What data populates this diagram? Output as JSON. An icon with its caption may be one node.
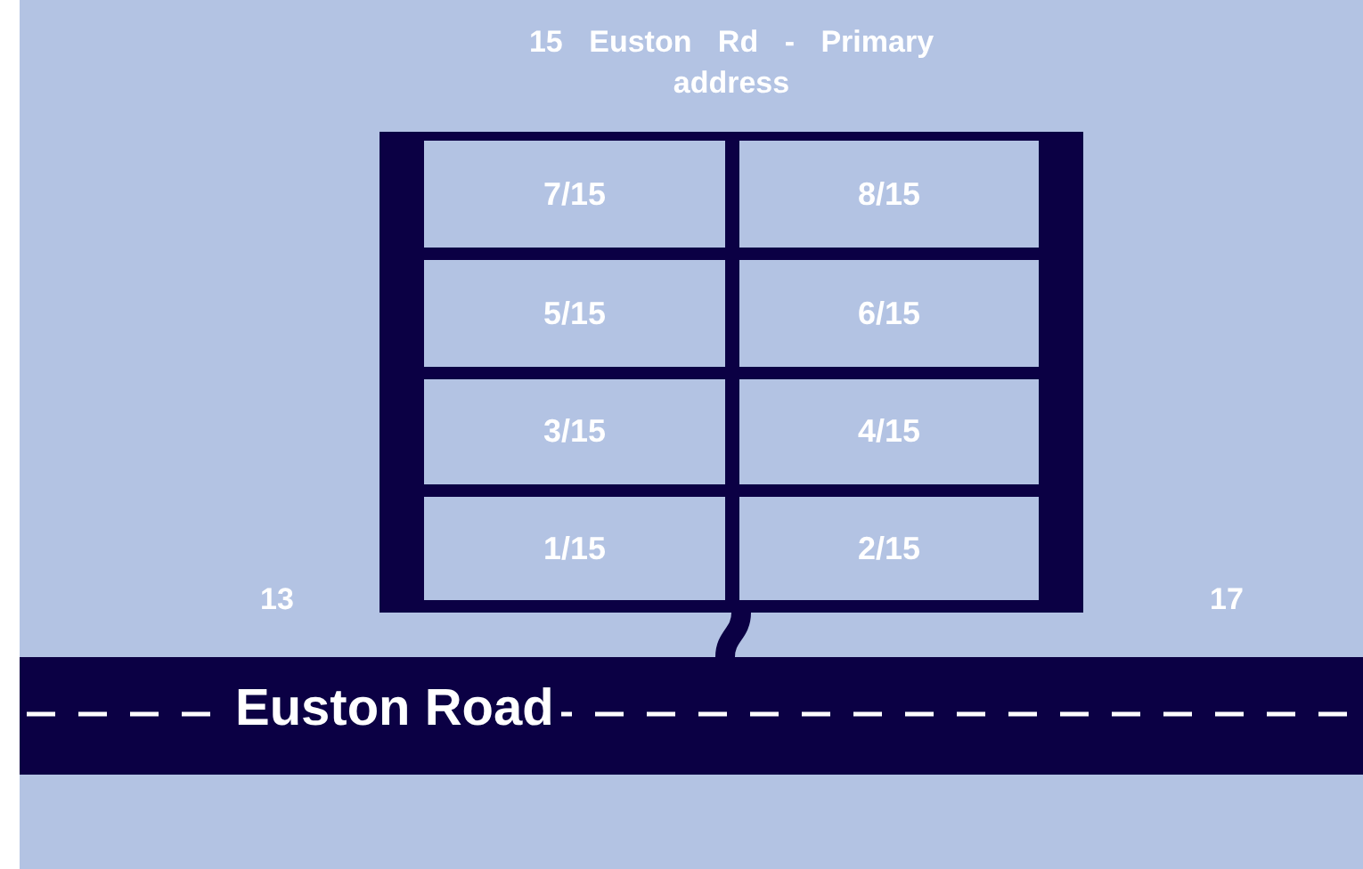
{
  "diagram": {
    "nodes": [
      {
        "text": [
          "15 Euston Rd - Primary address"
        ]
      },
      {
        "text": [
          "7/15"
        ],
        "in": 0
      },
      {
        "text": [
          "8/15"
        ],
        "in": 0
      },
      {
        "text": [
          "5/15"
        ],
        "in": 0
      },
      {
        "text": [
          "6/15"
        ],
        "in": 0
      },
      {
        "text": [
          "3/15"
        ],
        "in": 0
      },
      {
        "text": [
          "4/15"
        ],
        "in": 0
      },
      {
        "text": [
          "1/15"
        ],
        "in": 0
      },
      {
        "text": [
          "2/15"
        ],
        "in": 0
      },
      {
        "text": [
          "Euston Road"
        ]
      }
    ],
    "edges": [
      {
        "from": 0,
        "to": 9,
        "arrow": "none"
      }
    ],
    "labels": [
      "13",
      "17"
    ]
  }
}
